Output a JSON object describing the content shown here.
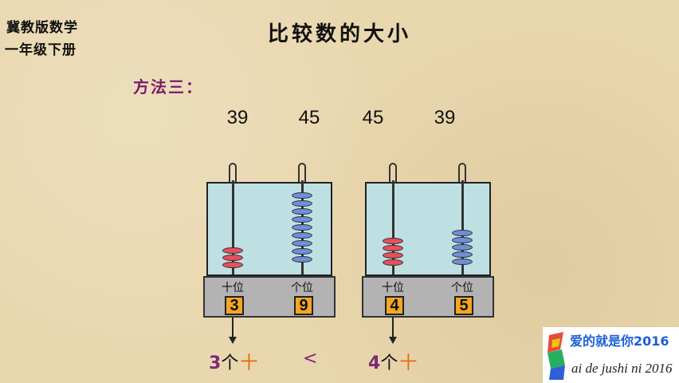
{
  "publisher": {
    "line1": "冀教版数学",
    "line2": "一年级下册"
  },
  "title": "比较数的大小",
  "method_label": "方法三：",
  "numbers": [
    "39",
    "45",
    "45",
    "39"
  ],
  "abacus_left": {
    "tens_label": "十位",
    "ones_label": "个位",
    "tens_digit": "3",
    "ones_digit": "9"
  },
  "abacus_right": {
    "tens_label": "十位",
    "ones_label": "个位",
    "tens_digit": "4",
    "ones_digit": "5"
  },
  "result": {
    "left_num": "3",
    "left_unit": "个",
    "left_word": "十",
    "comparator": "<",
    "right_num": "4",
    "right_unit": "个",
    "right_word": "十"
  },
  "watermark": {
    "text1": "爱的就是你2016",
    "text2": "ai de jushi  ni  2016"
  },
  "colors": {
    "background": "#e9d7ae",
    "frame": "#bfe0e3",
    "red_bead": "#e8505b",
    "blue_bead": "#6f8fd8",
    "digit_box": "#f5a623",
    "method": "#7a1a6a"
  }
}
